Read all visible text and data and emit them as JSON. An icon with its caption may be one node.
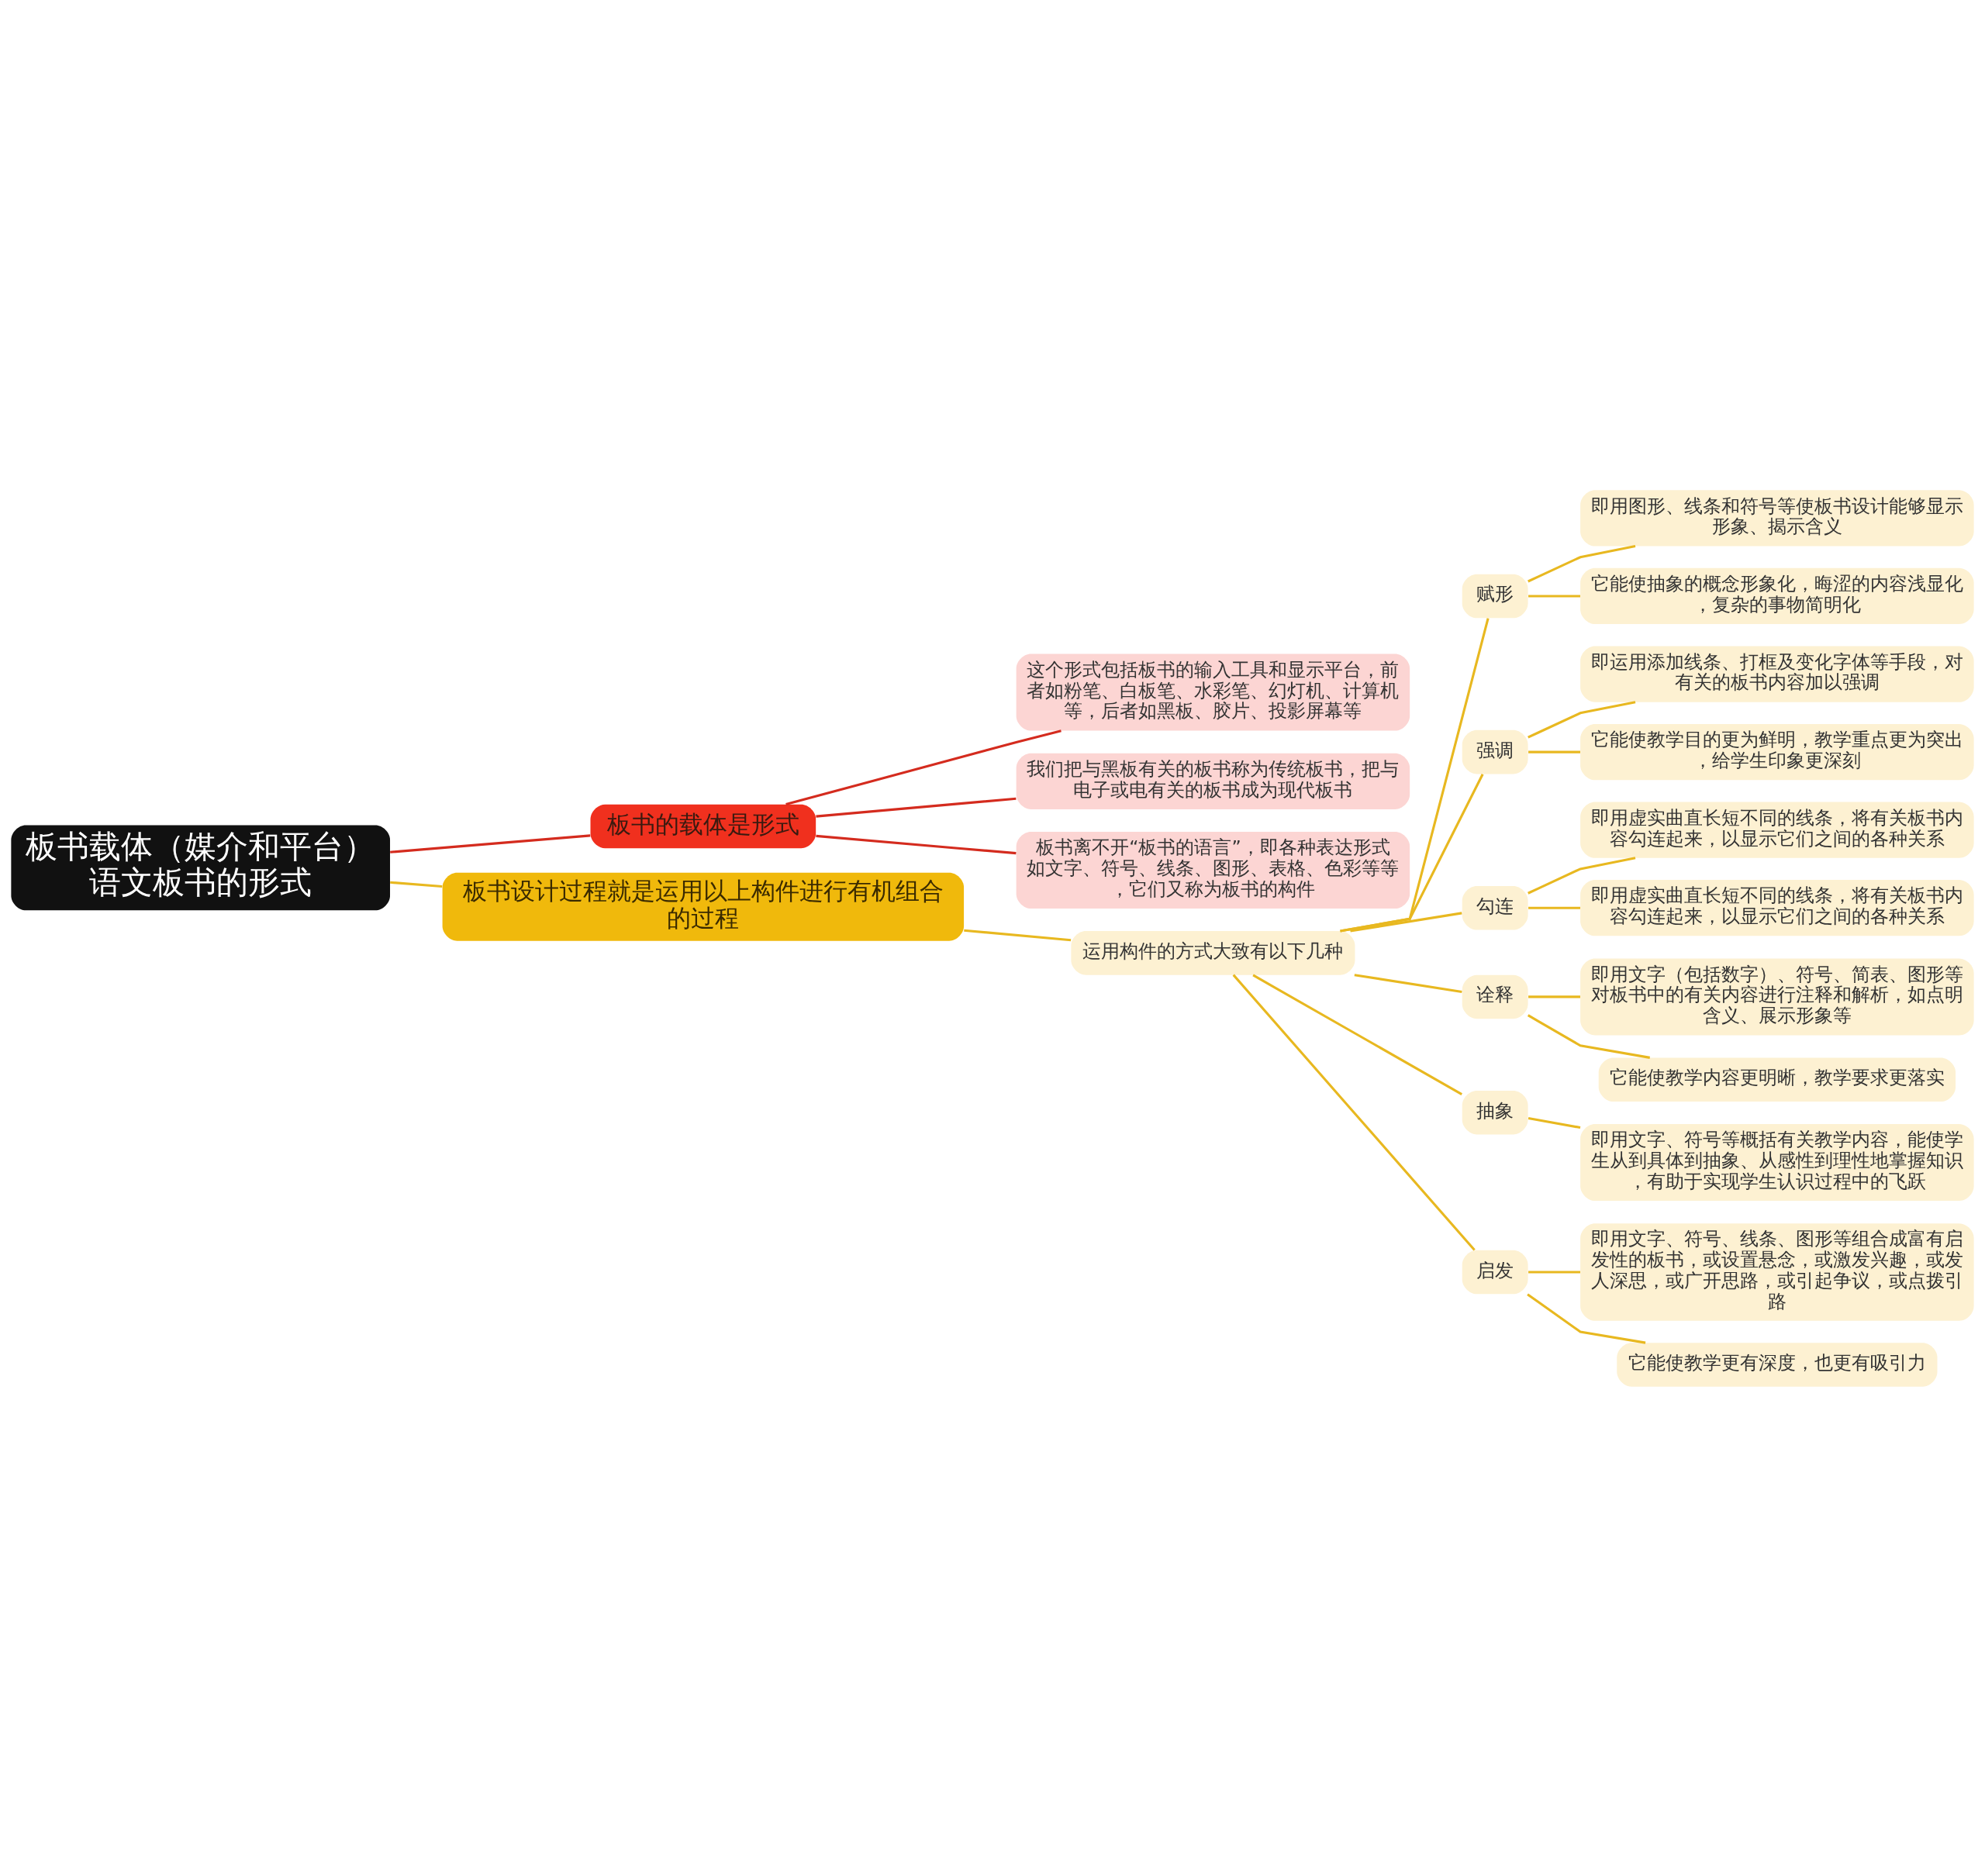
{
  "diagram": {
    "nodes": [
      {
        "text": [
          "板书载体（媒介和平台）语文板书的形式"
        ]
      },
      {
        "text": [
          "板书的载体是形式"
        ]
      },
      {
        "text": [
          "这个形式包括板书的输入工具和显示平台，前者如粉笔、白板笔、水彩笔、幻灯机、计算机等，后者如黑板、胶片、投影屏幕等"
        ]
      },
      {
        "text": [
          "我们把与黑板有关的板书称为传统板书，把与电子或电有关的板书成为现代板书"
        ]
      },
      {
        "text": [
          "板书离不开“板书的语言”，即各种表达形式如文字、符号、线条、图形、表格、色彩等等，它们又称为板书的构件"
        ]
      },
      {
        "text": [
          "板书设计过程就是运用以上构件进行有机组合的过程"
        ]
      },
      {
        "text": [
          "运用构件的方式大致有以下几种"
        ]
      },
      {
        "text": [
          "赋形"
        ]
      },
      {
        "text": [
          "即用图形、线条和符号等使板书设计能够显示形象、揭示含义"
        ]
      },
      {
        "text": [
          "它能使抽象的概念形象化，晦涩的内容浅显化，复杂的事物简明化"
        ]
      },
      {
        "text": [
          "强调"
        ]
      },
      {
        "text": [
          "即运用添加线条、打框及变化字体等手段，对有关的板书内容加以强调"
        ]
      },
      {
        "text": [
          "它能使教学目的更为鲜明，教学重点更为突出，给学生印象更深刻"
        ]
      },
      {
        "text": [
          "勾连"
        ]
      },
      {
        "text": [
          "即用虚实曲直长短不同的线条，将有关板书内容勾连起来，以显示它们之间的各种关系"
        ]
      },
      {
        "text": [
          "即用虚实曲直长短不同的线条，将有关板书内容勾连起来，以显示它们之间的各种关系"
        ]
      },
      {
        "text": [
          "诠释"
        ]
      },
      {
        "text": [
          "即用文字（包括数字）、符号、简表、图形等对板书中的有关内容进行注释和解析，如点明含义、展示形象等"
        ]
      },
      {
        "text": [
          "它能使教学内容更明晰，教学要求更落实"
        ]
      },
      {
        "text": [
          "抽象"
        ]
      },
      {
        "text": [
          "即用文字、符号等概括有关教学内容，能使学生从到具体到抽象、从感性到理性地掌握知识，有助于实现学生认识过程中的飞跃"
        ]
      },
      {
        "text": [
          "启发"
        ]
      },
      {
        "text": [
          "即用文字、符号、线条、图形等组合成富有启发性的板书，或设置悬念，或激发兴趣，或发人深思，或广开思路，或引起争议，或点拨引路"
        ]
      },
      {
        "text": [
          "它能使教学更有深度，也更有吸引力"
        ]
      }
    ],
    "edges": [
      {
        "from": 0,
        "to": 1,
        "arrow": "none",
        "color": "#d42b1e"
      },
      {
        "from": 1,
        "to": 2,
        "arrow": "none",
        "color": "#d42b1e"
      },
      {
        "from": 1,
        "to": 3,
        "arrow": "none",
        "color": "#d42b1e"
      },
      {
        "from": 1,
        "to": 4,
        "arrow": "none",
        "color": "#d42b1e"
      },
      {
        "from": 0,
        "to": 5,
        "arrow": "none"
      },
      {
        "from": 5,
        "to": 6,
        "arrow": "none"
      },
      {
        "from": 6,
        "to": 7,
        "arrow": "none"
      },
      {
        "from": 7,
        "to": 8,
        "arrow": "none"
      },
      {
        "from": 7,
        "to": 9,
        "arrow": "none"
      },
      {
        "from": 6,
        "to": 10,
        "arrow": "none"
      },
      {
        "from": 10,
        "to": 11,
        "arrow": "none"
      },
      {
        "from": 10,
        "to": 12,
        "arrow": "none"
      },
      {
        "from": 6,
        "to": 13,
        "arrow": "none"
      },
      {
        "from": 13,
        "to": 14,
        "arrow": "none"
      },
      {
        "from": 13,
        "to": 15,
        "arrow": "none"
      },
      {
        "from": 6,
        "to": 16,
        "arrow": "none"
      },
      {
        "from": 16,
        "to": 17,
        "arrow": "none"
      },
      {
        "from": 16,
        "to": 18,
        "arrow": "none"
      },
      {
        "from": 6,
        "to": 19,
        "arrow": "none"
      },
      {
        "from": 19,
        "to": 20,
        "arrow": "none"
      },
      {
        "from": 6,
        "to": 21,
        "arrow": "none"
      },
      {
        "from": 21,
        "to": 22,
        "arrow": "none"
      },
      {
        "from": 21,
        "to": 23,
        "arrow": "none"
      }
    ]
  }
}
